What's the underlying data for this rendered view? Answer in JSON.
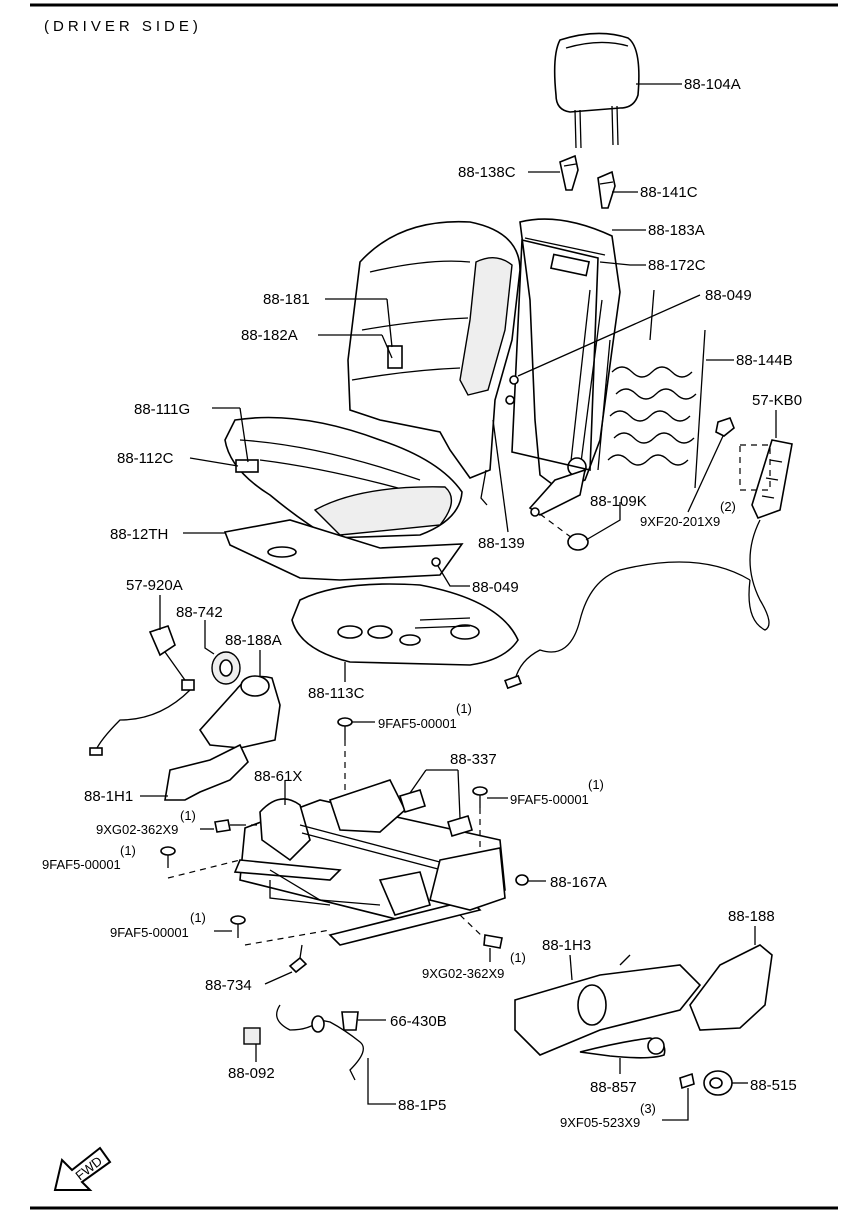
{
  "header": {
    "title": "(DRIVER SIDE)"
  },
  "footer": {
    "fwd": "FWD"
  },
  "labels": {
    "l88_104A": "88-104A",
    "l88_138C": "88-138C",
    "l88_141C": "88-141C",
    "l88_183A": "88-183A",
    "l88_172C": "88-172C",
    "l88_049a": "88-049",
    "l88_181": "88-181",
    "l88_182A": "88-182A",
    "l88_144B": "88-144B",
    "l57_KB0": "57-KB0",
    "l88_111G": "88-111G",
    "l88_112C": "88-112C",
    "l88_109K": "88-109K",
    "l9XF20": "9XF20-201X9",
    "l9XF20_q": "(2)",
    "l88_12TH": "88-12TH",
    "l88_139": "88-139",
    "l88_049b": "88-049",
    "l57_920A": "57-920A",
    "l88_742": "88-742",
    "l88_188A": "88-188A",
    "l88_113C": "88-113C",
    "l9FAF5_a": "9FAF5-00001",
    "l9FAF5_a_q": "(1)",
    "l88_337": "88-337",
    "l88_1H1": "88-1H1",
    "l88_61X": "88-61X",
    "l9FAF5_b": "9FAF5-00001",
    "l9FAF5_b_q": "(1)",
    "l9XG02_a": "9XG02-362X9",
    "l9XG02_a_q": "(1)",
    "l9FAF5_c": "9FAF5-00001",
    "l9FAF5_c_q": "(1)",
    "l88_167A": "88-167A",
    "l88_188": "88-188",
    "l9FAF5_d": "9FAF5-00001",
    "l9FAF5_d_q": "(1)",
    "l88_1H3": "88-1H3",
    "l9XG02_b": "9XG02-362X9",
    "l9XG02_b_q": "(1)",
    "l88_734": "88-734",
    "l66_430B": "66-430B",
    "l88_092": "88-092",
    "l88_857": "88-857",
    "l88_515": "88-515",
    "l88_1P5": "88-1P5",
    "l9XF05": "9XF05-523X9",
    "l9XF05_q": "(3)"
  }
}
